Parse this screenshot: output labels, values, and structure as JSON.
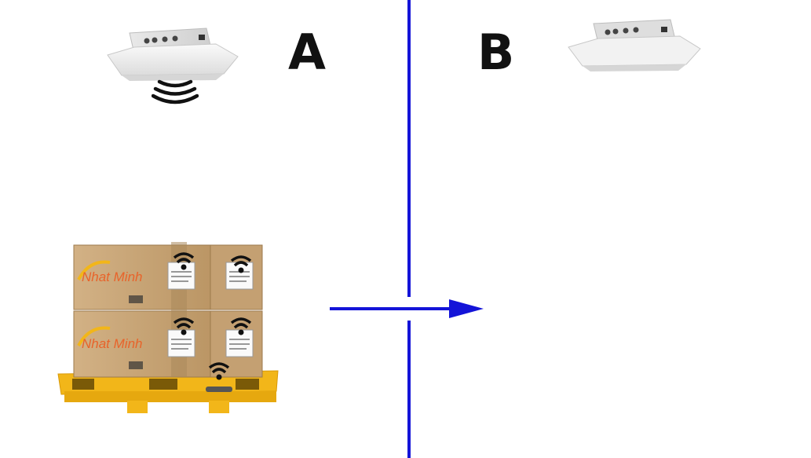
{
  "zones": {
    "a": {
      "label": "A"
    },
    "b": {
      "label": "B"
    }
  },
  "pallet": {
    "box_brand": "Nhat Minh"
  },
  "colors": {
    "divider": "#1414d8",
    "arrow": "#1414d8",
    "box": "#c9a77c",
    "pallet": "#f2b619",
    "reader_body": "#f4f4f4",
    "signal": "#111111"
  },
  "icons": {
    "reader": "rfid-reader-icon",
    "signal": "rfid-signal-icon",
    "tag": "rfid-tag-icon"
  }
}
